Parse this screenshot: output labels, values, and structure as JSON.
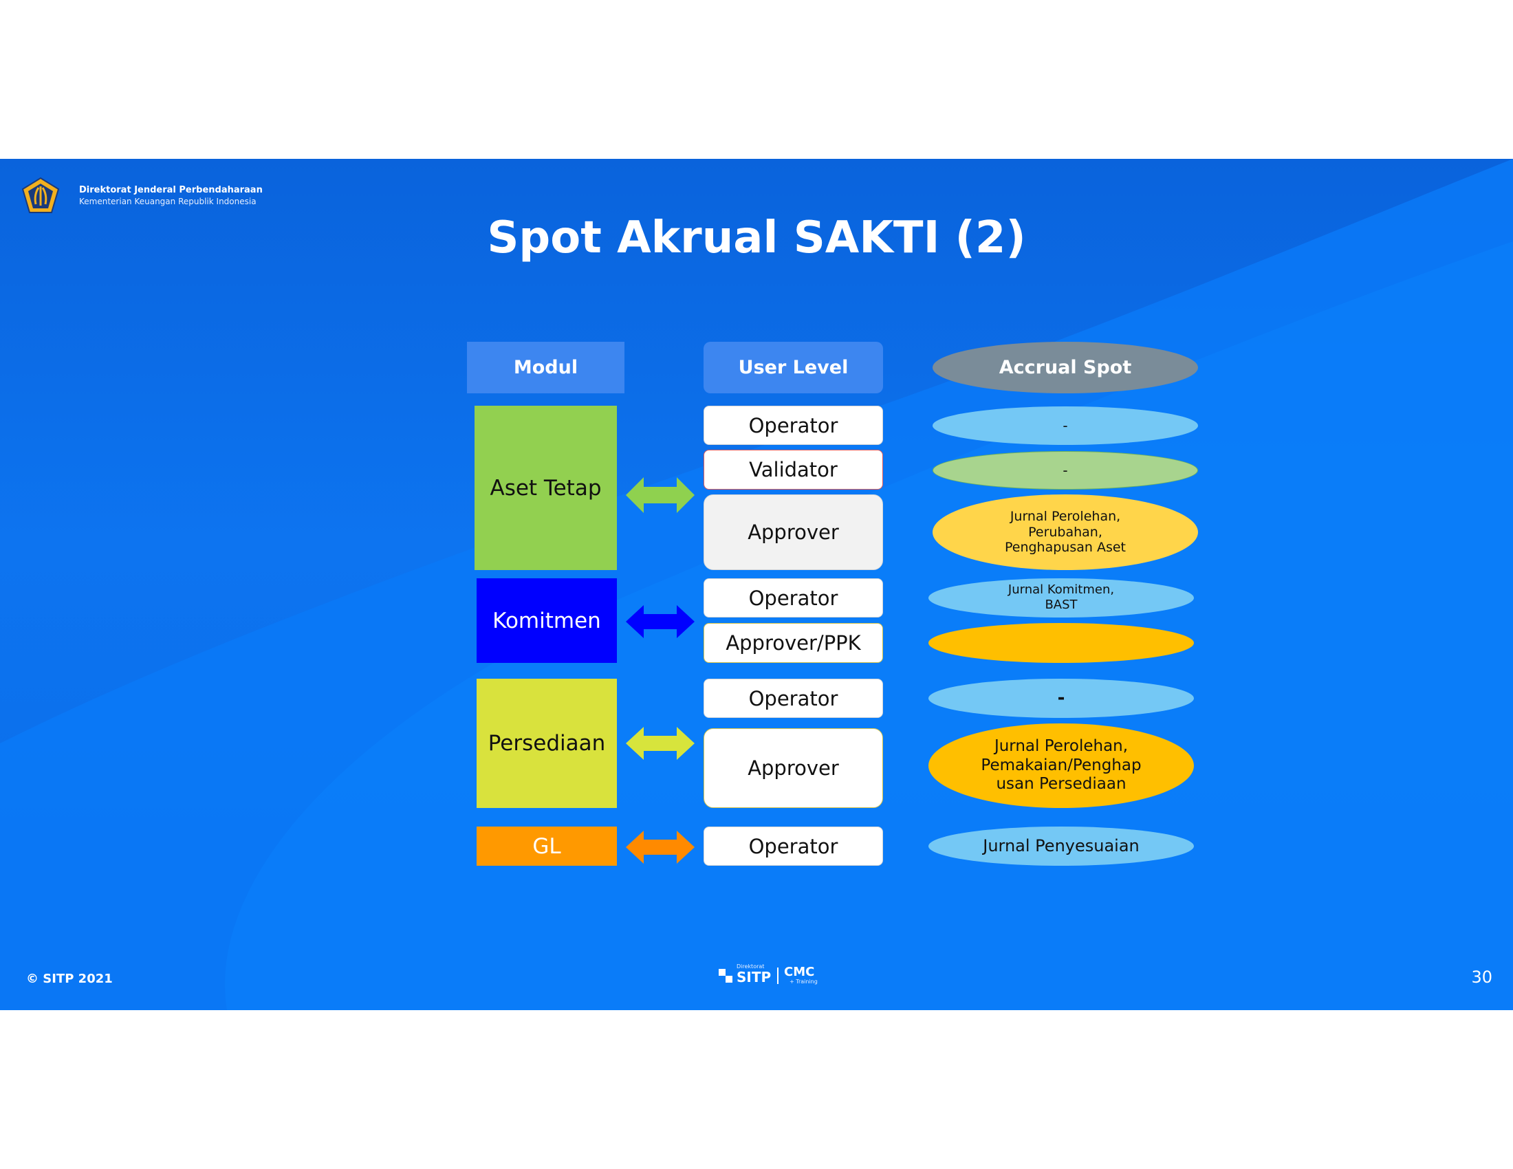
{
  "header": {
    "org_name": "Direktorat Jenderal Perbendaharaan",
    "org_sub": "Kementerian Keuangan Republik Indonesia",
    "title": "Spot Akrual SAKTI (2)"
  },
  "columns": {
    "modul": "Modul",
    "user_level": "User Level",
    "accrual_spot": "Accrual Spot"
  },
  "modules": [
    {
      "name": "Aset Tetap",
      "color": "#92d050"
    },
    {
      "name": "Komitmen",
      "color": "#0000ff"
    },
    {
      "name": "Persediaan",
      "color": "#d9e23d"
    },
    {
      "name": "GL",
      "color": "#ff9900"
    }
  ],
  "levels": [
    "Operator",
    "Validator",
    "Approver",
    "Operator",
    "Approver/PPK",
    "Operator",
    "Approver",
    "Operator"
  ],
  "spots": [
    {
      "lines": [
        "-"
      ],
      "color": "#74c8f5"
    },
    {
      "lines": [
        "-"
      ],
      "color": "#a8d48e"
    },
    {
      "lines": [
        "Jurnal Perolehan,",
        "Perubahan,",
        "Penghapusan Aset"
      ],
      "color": "#ffd54a"
    },
    {
      "lines": [
        "Jurnal Komitmen,",
        "BAST"
      ],
      "color": "#74c8f5"
    },
    {
      "lines": [
        ""
      ],
      "color": "#ffbf00"
    },
    {
      "lines": [
        "-"
      ],
      "color": "#74c8f5"
    },
    {
      "lines": [
        "Jurnal Perolehan,",
        "Pemakaian/Penghap",
        "usan Persediaan"
      ],
      "color": "#ffbf00"
    },
    {
      "lines": [
        "Jurnal Penyesuaian"
      ],
      "color": "#74c8f5"
    }
  ],
  "footer": {
    "copyright": "© SITP 2021",
    "logo_small": "Direktorat",
    "logo_sitp": "SITP",
    "logo_cmc": "CMC",
    "logo_training": "+ Training",
    "page": "30"
  },
  "colors": {
    "header_blue": "#3d86f0",
    "header_gray": "#7a8c99",
    "arrow_green": "#8fd14f",
    "arrow_blue": "#0000ff",
    "arrow_yellow": "#d7e43c",
    "arrow_orange": "#ff8a00"
  }
}
